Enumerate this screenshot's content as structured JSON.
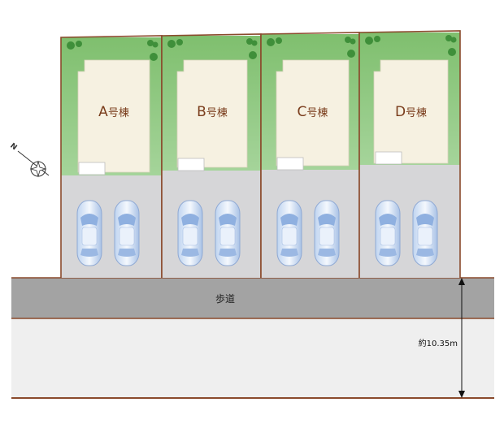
{
  "lots": [
    {
      "letter": "A",
      "suffix": "号棟"
    },
    {
      "letter": "B",
      "suffix": "号棟"
    },
    {
      "letter": "C",
      "suffix": "号棟"
    },
    {
      "letter": "D",
      "suffix": "号棟"
    }
  ],
  "sidewalk_label": "歩道",
  "road_width_label": "約10.35m",
  "compass_label": "N",
  "colors": {
    "lawn": "#8cc47c",
    "building": "#f6f1e1",
    "parking": "#d6d6d8",
    "boundary": "#8a4a2c",
    "sidewalk": "#a3a3a3",
    "road": "#efefef"
  }
}
